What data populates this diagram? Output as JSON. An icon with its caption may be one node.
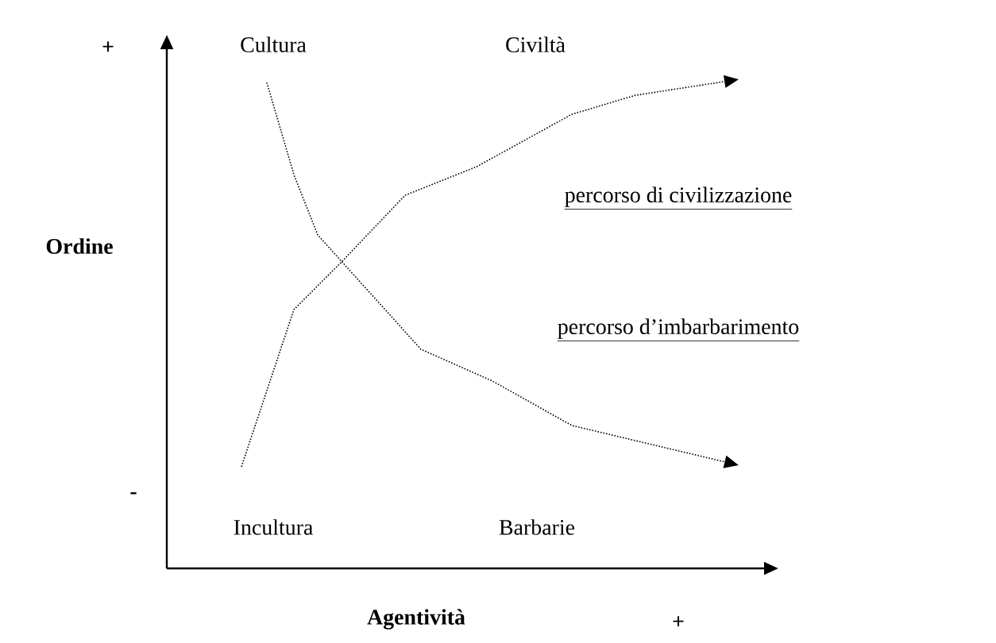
{
  "diagram": {
    "labels": [
      "+",
      "Cultura",
      "Civiltà",
      "percorso di civilizzazione",
      "Ordine",
      "percorso d’imbarbarimento",
      "-",
      "Incultura",
      "Barbarie",
      "Agentività",
      "+"
    ]
  }
}
